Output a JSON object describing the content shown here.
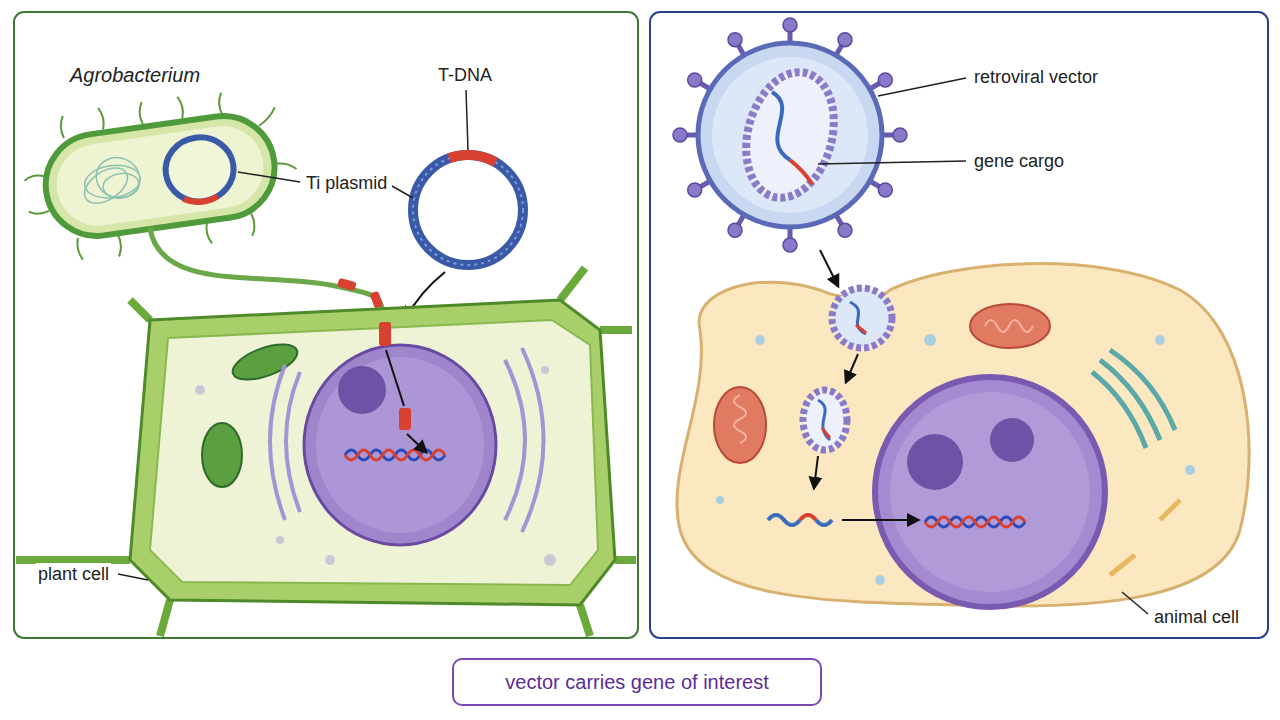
{
  "diagram": {
    "nodes": [
      {
        "text": [
          "vector carries gene of interest"
        ]
      }
    ],
    "labels": [
      "Agrobacterium",
      "T-DNA",
      "Ti plasmid",
      "plant cell",
      "retroviral vector",
      "gene cargo",
      "animal cell"
    ]
  }
}
